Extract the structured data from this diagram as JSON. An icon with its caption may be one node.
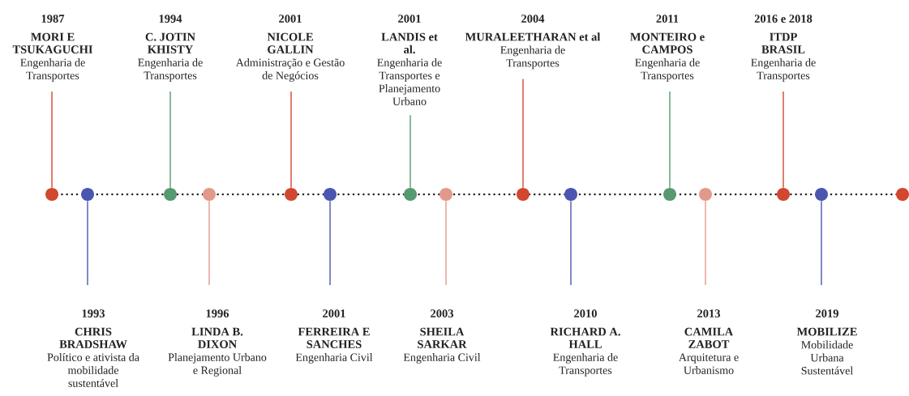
{
  "diagram": {
    "nodes": [
      {
        "text": [
          "1987",
          "MORI E TSUKAGUCHI",
          "Engenharia de Transportes"
        ]
      },
      {
        "text": [
          "1994",
          "C. JOTIN KHISTY",
          "Engenharia de Transportes"
        ]
      },
      {
        "text": [
          "2001",
          "NICOLE GALLIN",
          "Administração e Gestão de Negócios"
        ]
      },
      {
        "text": [
          "2001",
          "LANDIS et al.",
          "Engenharia de Transportes e Planejamento Urbano"
        ]
      },
      {
        "text": [
          "2004",
          "MURALEETHARAN et al",
          "Engenharia de Transportes"
        ]
      },
      {
        "text": [
          "2011",
          "MONTEIRO e CAMPOS",
          "Engenharia de Transportes"
        ]
      },
      {
        "text": [
          "2016 e 2018",
          "ITDP BRASIL",
          "Engenharia de Transportes"
        ]
      },
      {
        "text": [
          "1993",
          "CHRIS BRADSHAW",
          "Político e ativista da mobilidade sustentável"
        ]
      },
      {
        "text": [
          "1996",
          "LINDA B. DIXON",
          "Planejamento Urbano e Regional"
        ]
      },
      {
        "text": [
          "2001",
          "FERREIRA E SANCHES",
          "Engenharia Civil"
        ]
      },
      {
        "text": [
          "2003",
          "SHEILA SARKAR",
          "Engenharia Civil"
        ]
      },
      {
        "text": [
          "2010",
          "RICHARD A. HALL",
          "Engenharia de Transportes"
        ]
      },
      {
        "text": [
          "2013",
          "CAMILA ZABOT",
          "Arquitetura e Urbanismo"
        ]
      },
      {
        "text": [
          "2019",
          "MOBILIZE",
          "Mobilidade Urbana Sustentável"
        ]
      },
      {
        "text": [],
        "shape": "circle"
      },
      {
        "text": [],
        "shape": "circle"
      },
      {
        "text": [],
        "shape": "circle"
      },
      {
        "text": [],
        "shape": "circle"
      },
      {
        "text": [],
        "shape": "circle"
      },
      {
        "text": [],
        "shape": "circle"
      },
      {
        "text": [],
        "shape": "circle"
      },
      {
        "text": [],
        "shape": "circle"
      },
      {
        "text": [],
        "shape": "circle"
      },
      {
        "text": [],
        "shape": "circle"
      },
      {
        "text": [],
        "shape": "circle"
      },
      {
        "text": [],
        "shape": "circle"
      },
      {
        "text": [],
        "shape": "circle"
      },
      {
        "text": [],
        "shape": "circle"
      },
      {
        "text": [],
        "shape": "circle"
      }
    ],
    "edges": [
      {
        "from": 0,
        "to": 14,
        "arrow": "none",
        "color": "#d2472f"
      },
      {
        "from": 7,
        "to": 15,
        "arrow": "none",
        "color": "#4a56b0"
      },
      {
        "from": 1,
        "to": 16,
        "arrow": "none",
        "color": "#569a70"
      },
      {
        "from": 8,
        "to": 17,
        "arrow": "none",
        "color": "#e3998a"
      },
      {
        "from": 2,
        "to": 18,
        "arrow": "none",
        "color": "#d2472f"
      },
      {
        "from": 9,
        "to": 19,
        "arrow": "none",
        "color": "#4a56b0"
      },
      {
        "from": 3,
        "to": 20,
        "arrow": "none",
        "color": "#569a70"
      },
      {
        "from": 10,
        "to": 21,
        "arrow": "none",
        "color": "#e3998a"
      },
      {
        "from": 4,
        "to": 22,
        "arrow": "none",
        "color": "#d2472f"
      },
      {
        "from": 11,
        "to": 23,
        "arrow": "none",
        "color": "#4a56b0"
      },
      {
        "from": 5,
        "to": 24,
        "arrow": "none",
        "color": "#569a70"
      },
      {
        "from": 12,
        "to": 25,
        "arrow": "none",
        "color": "#e3998a"
      },
      {
        "from": 6,
        "to": 26,
        "arrow": "none",
        "color": "#d2472f"
      },
      {
        "from": 13,
        "to": 27,
        "arrow": "none",
        "color": "#4a56b0"
      }
    ]
  }
}
